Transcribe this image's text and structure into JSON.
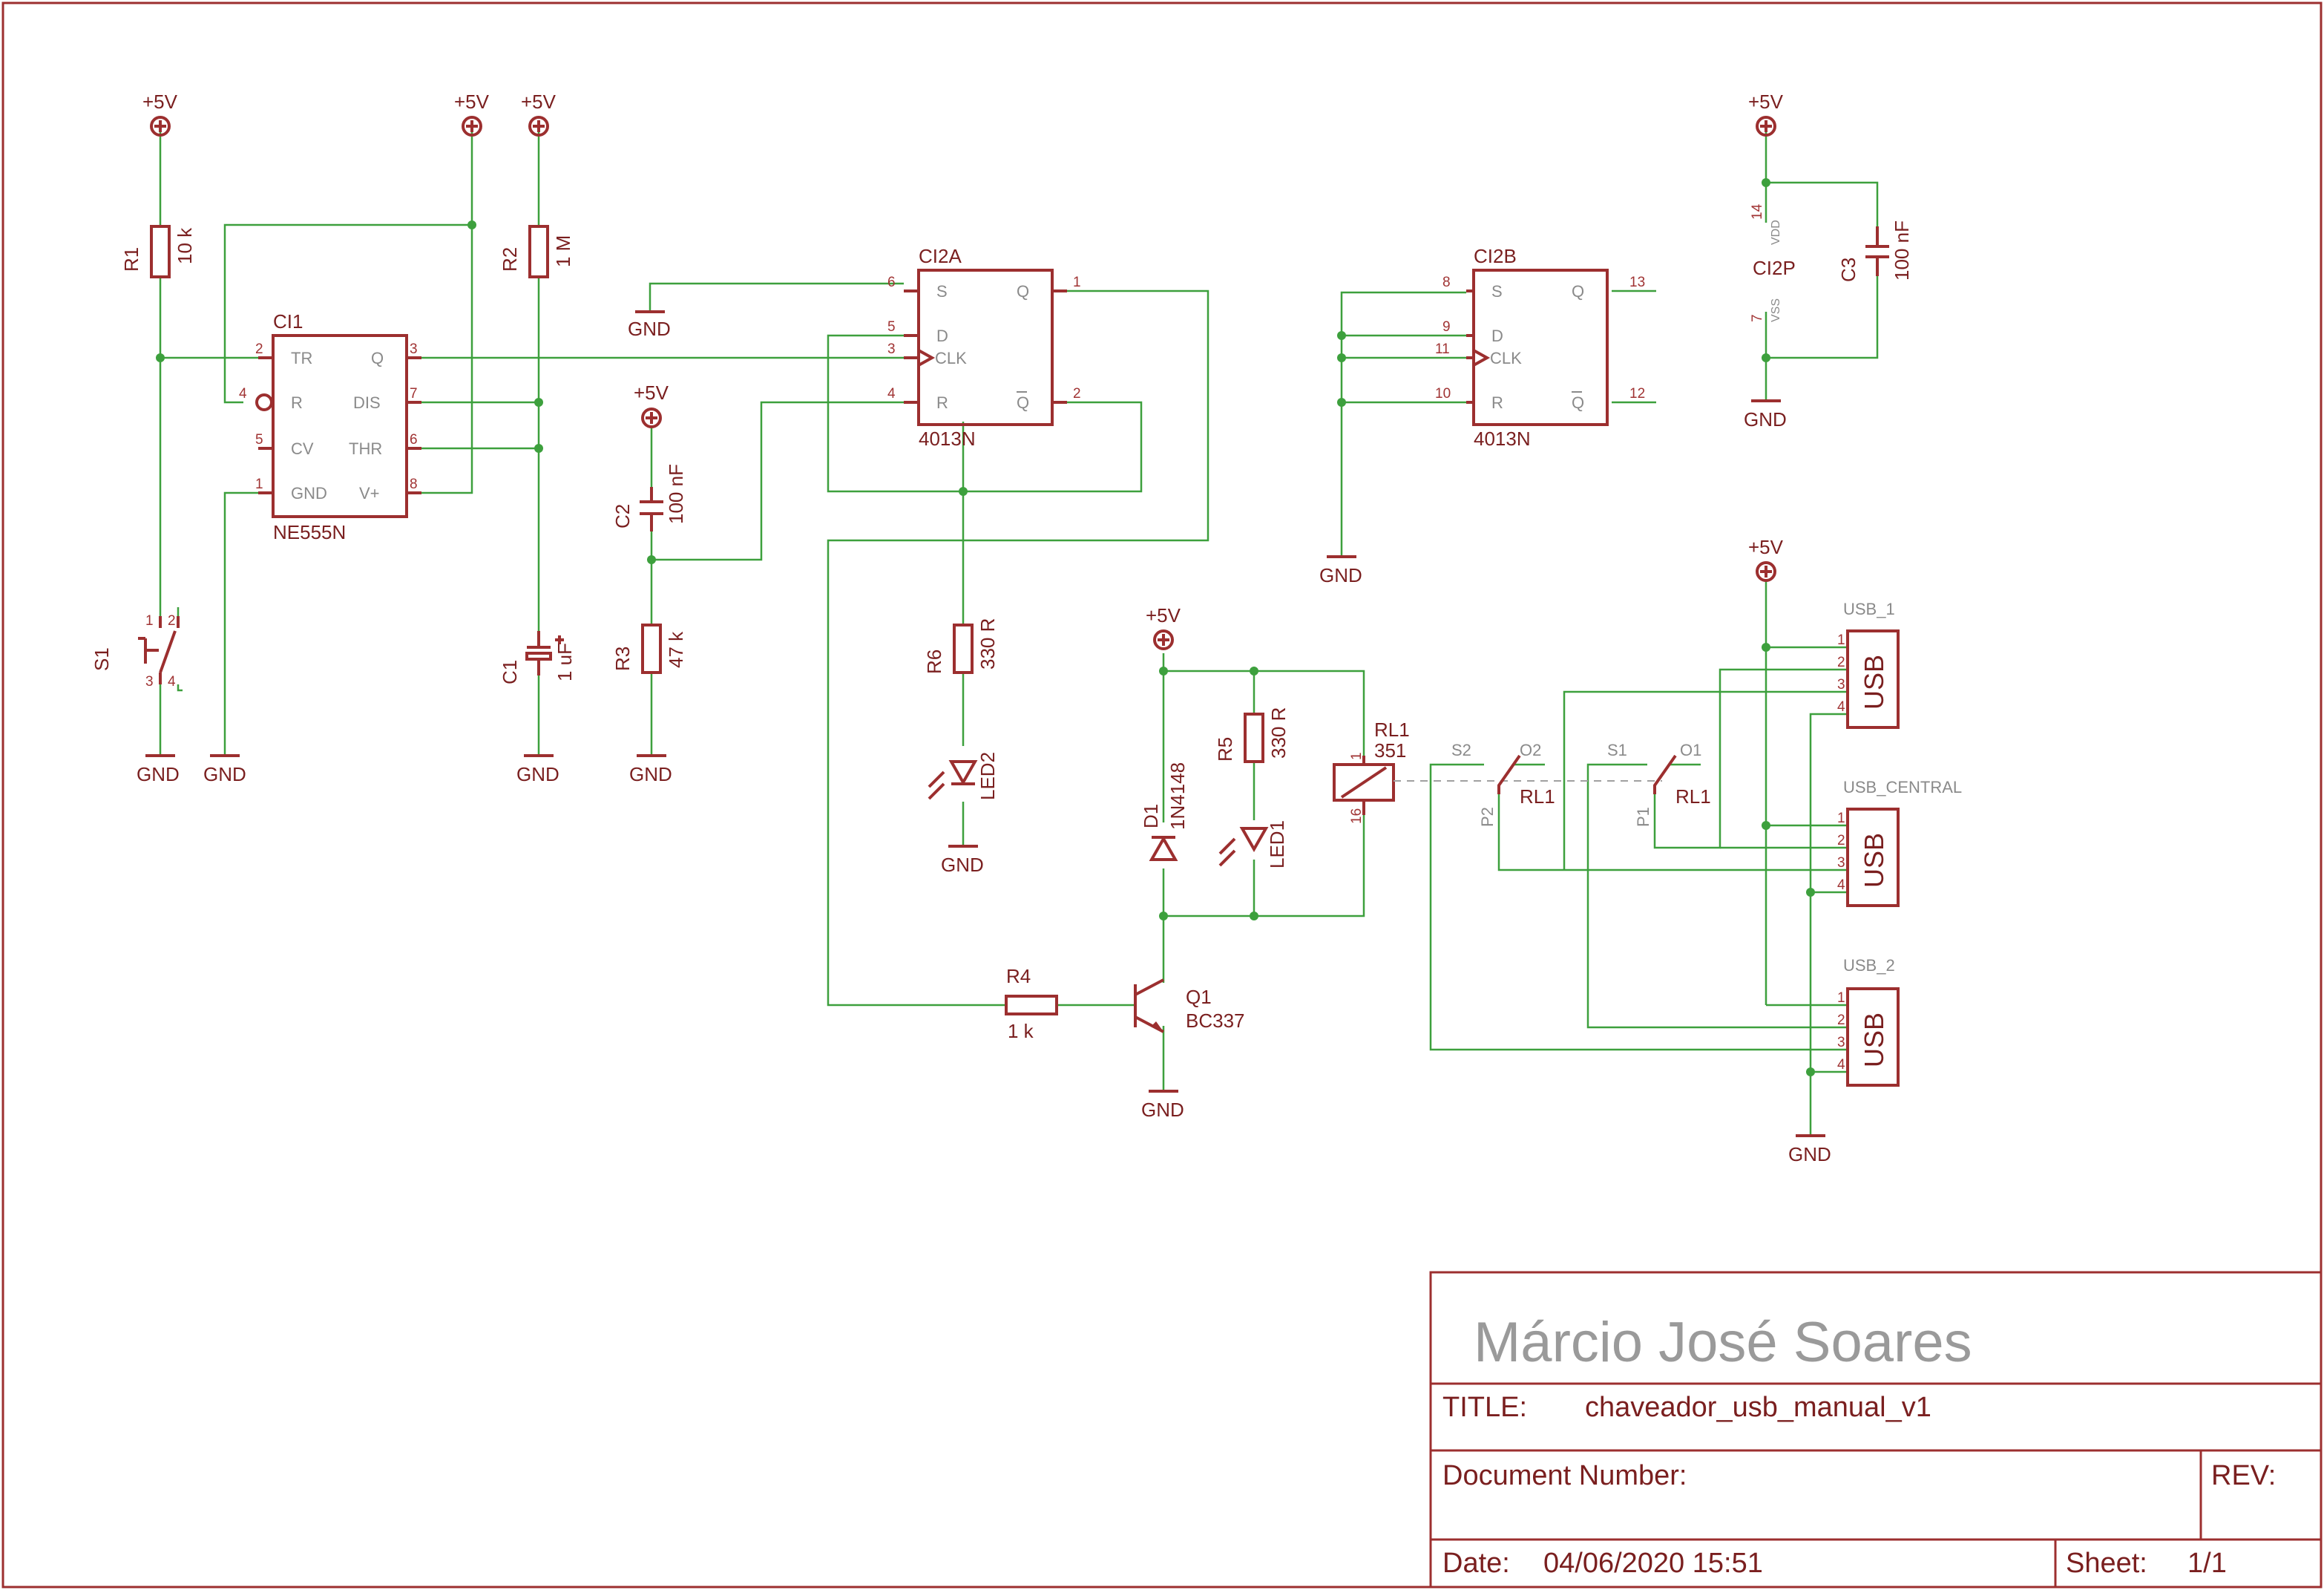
{
  "title_block": {
    "author": "Márcio José Soares",
    "title_label": "TITLE:",
    "title_value": "chaveador_usb_manual_v1",
    "docnum_label": "Document Number:",
    "rev_label": "REV:",
    "date_label": "Date:",
    "date_value": "04/06/2020 15:51",
    "sheet_label": "Sheet:",
    "sheet_value": "1/1"
  },
  "nets": {
    "vcc": "+5V",
    "gnd": "GND"
  },
  "components": {
    "r1": {
      "ref": "R1",
      "value": "10 k"
    },
    "r2": {
      "ref": "R2",
      "value": "1 M"
    },
    "r3": {
      "ref": "R3",
      "value": "47 k"
    },
    "r4": {
      "ref": "R4",
      "value": "1 k"
    },
    "r5": {
      "ref": "R5",
      "value": "330 R"
    },
    "r6": {
      "ref": "R6",
      "value": "330 R"
    },
    "c1": {
      "ref": "C1",
      "value": "1 uF"
    },
    "c2": {
      "ref": "C2",
      "value": "100 nF"
    },
    "c3": {
      "ref": "C3",
      "value": "100 nF"
    },
    "s1": {
      "ref": "S1"
    },
    "ci1": {
      "ref": "CI1",
      "value": "NE555N",
      "pins": {
        "tr": "TR",
        "q": "Q",
        "r": "R",
        "dis": "DIS",
        "cv": "CV",
        "thr": "THR",
        "gnd": "GND",
        "vplus": "V+"
      }
    },
    "ci2a": {
      "ref": "CI2A",
      "value": "4013N",
      "pins": {
        "s": "S",
        "q": "Q",
        "d": "D",
        "clk": "CLK",
        "r": "R",
        "qbar": "Q"
      }
    },
    "ci2b": {
      "ref": "CI2B",
      "value": "4013N"
    },
    "ci2p": {
      "ref": "CI2P",
      "vdd": "VDD",
      "vss": "VSS"
    },
    "q1": {
      "ref": "Q1",
      "value": "BC337"
    },
    "d1": {
      "ref": "D1",
      "value": "1N4148"
    },
    "led1": {
      "ref": "LED1"
    },
    "led2": {
      "ref": "LED2"
    },
    "rl1": {
      "ref": "RL1",
      "value": "351"
    },
    "usb1": {
      "ref": "USB_1",
      "body": "USB"
    },
    "usbc": {
      "ref": "USB_CENTRAL",
      "body": "USB"
    },
    "usb2": {
      "ref": "USB_2",
      "body": "USB"
    }
  },
  "pin_numbers": {
    "ci1": [
      "2",
      "4",
      "5",
      "1",
      "3",
      "7",
      "6",
      "8"
    ],
    "ci2a": [
      "6",
      "5",
      "3",
      "4",
      "1",
      "2"
    ],
    "ci2b": [
      "8",
      "9",
      "11",
      "10",
      "13",
      "12"
    ],
    "ci2p": [
      "14",
      "7"
    ],
    "s1": [
      "1",
      "2",
      "3",
      "4"
    ],
    "rl1": [
      "1",
      "16"
    ],
    "usb": [
      "1",
      "2",
      "3",
      "4"
    ]
  },
  "relay_contacts": {
    "s2": "S2",
    "o2": "O2",
    "p2": "P2",
    "s1": "S1",
    "o1": "O1",
    "p1": "P1",
    "rl": "RL1"
  }
}
